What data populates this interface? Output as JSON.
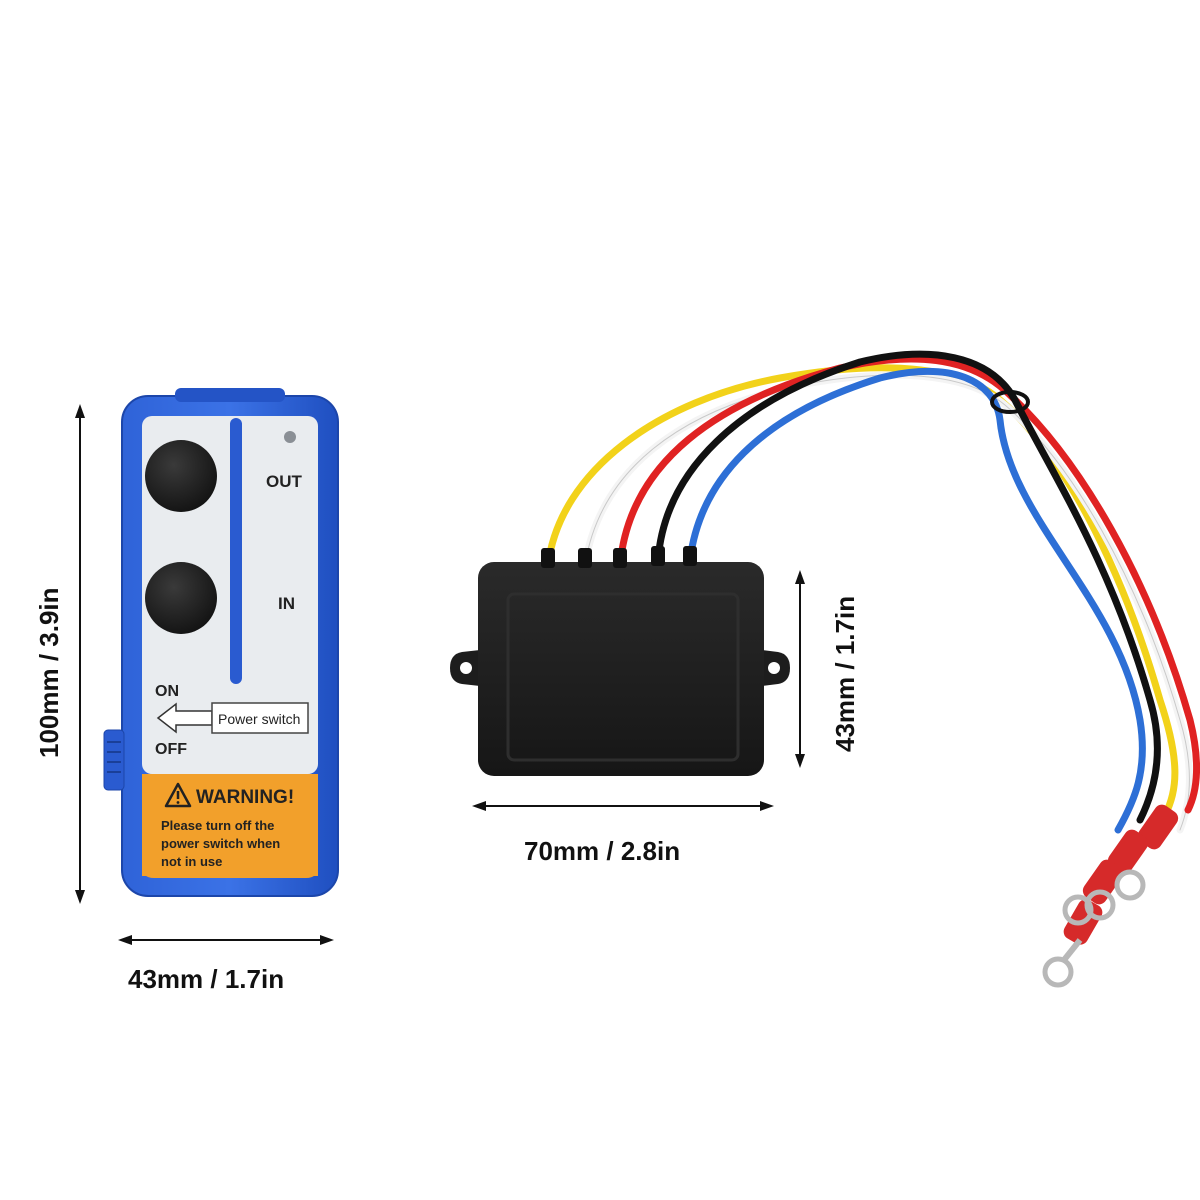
{
  "remote": {
    "label_out": "OUT",
    "label_in": "IN",
    "label_on": "ON",
    "label_off": "OFF",
    "power_switch": "Power switch",
    "warning_title": "WARNING!",
    "warning_line1": "Please turn off the",
    "warning_line2": "power switch when",
    "warning_line3": "not  in use",
    "height_label": "100mm / 3.9in",
    "width_label": "43mm / 1.7in"
  },
  "receiver": {
    "width_label": "70mm / 2.8in",
    "height_label": "43mm / 1.7in"
  },
  "colors": {
    "remote_blue": "#2a5bd0",
    "remote_panel": "#e9ecef",
    "warning_orange": "#f2a02b",
    "receiver_black": "#1f1f1f",
    "wire_yellow": "#f2d21a",
    "wire_white": "#f4f4f4",
    "wire_red": "#e02222",
    "wire_black": "#111111",
    "wire_blue": "#2d6fd6"
  }
}
